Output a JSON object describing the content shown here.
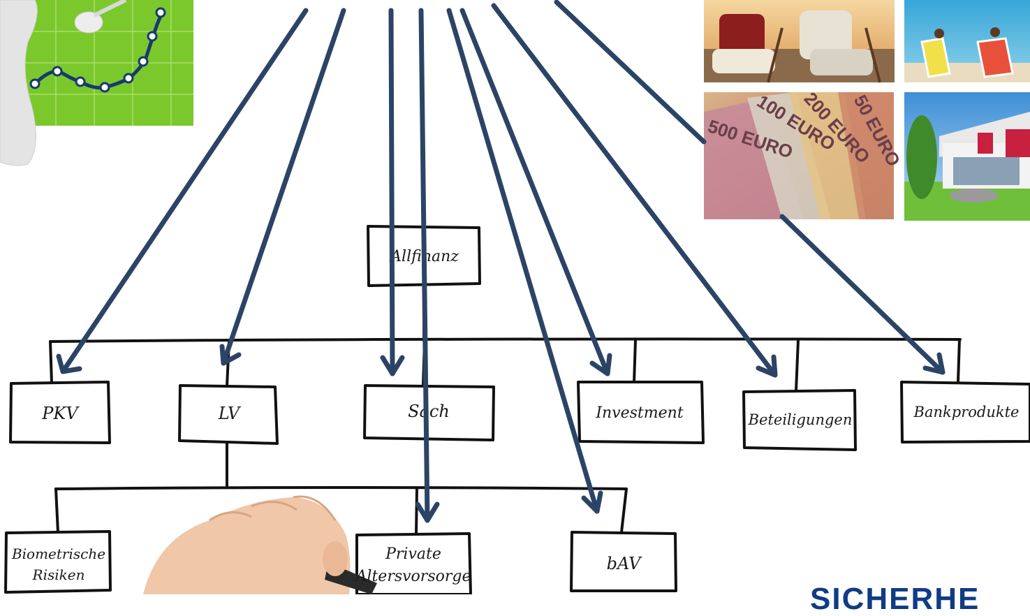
{
  "diagram": {
    "root": "Allfinanz",
    "level1": [
      "PKV",
      "LV",
      "Sach",
      "Investment",
      "Beteiligungen",
      "Bankprodukte"
    ],
    "level2": [
      "Biometrische Risiken",
      "Private Altersvorsorge",
      "bAV"
    ]
  },
  "photos": {
    "banknotes": [
      "500 EURO",
      "100 EURO",
      "200 EURO",
      "50 EURO"
    ]
  },
  "brand_text": "SICHERHE",
  "colors": {
    "arrow": "#2b4466",
    "line": "#111111",
    "chart_green": "#7bc82c",
    "brand": "#0f3c84"
  }
}
